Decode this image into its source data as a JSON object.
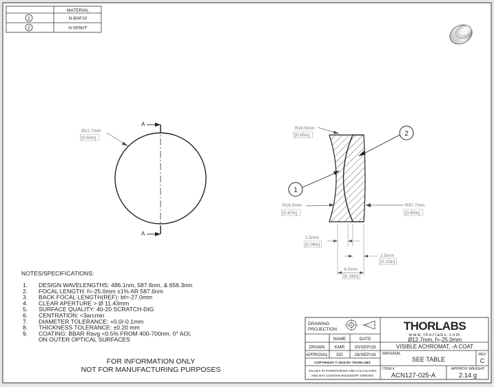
{
  "material_table": {
    "header": "MATERIAL",
    "rows": [
      {
        "item": "1",
        "material": "N-BAF10"
      },
      {
        "item": "2",
        "material": "N-SF6HT"
      }
    ]
  },
  "front_view": {
    "section_label_top": "A",
    "section_label_bottom": "A",
    "diameter_mm": "Ø12.7mm",
    "diameter_in": "[0.50in]"
  },
  "side_view": {
    "r1_mm": "R16.5mm",
    "r1_in": "[0.65in]",
    "r2_mm": "R16.9mm",
    "r2_in": "[0.67in]",
    "r3_mm": "R97.7mm",
    "r3_in": "[3.85in]",
    "t1_mm": "1.5mm",
    "t1_in": "[0.06in]",
    "t2_mm": "2.5mm",
    "t2_in": "[0.10in]",
    "ct_mm": "4.0mm",
    "ct_in": "[0.16in]",
    "balloon_1": "1",
    "balloon_2": "2"
  },
  "notes": {
    "heading": "NOTES/SPECIFICATIONS:",
    "items": [
      {
        "num": "1.",
        "text": "DESIGN WAVELENGTHS: 486.1nm, 587.6nm, & 656.3nm"
      },
      {
        "num": "2.",
        "text": "FOCAL LENGTH: f=-25.0mm ±1% AR 587.6nm"
      },
      {
        "num": "3.",
        "text": "BACK FOCAL LENGTH(REF): bf=-27.0mm"
      },
      {
        "num": "4.",
        "text": "CLEAR APERTURE > Ø 11.43mm"
      },
      {
        "num": "5.",
        "text": "SURFACE QUALITY: 40-20 SCRATCH-DIG"
      },
      {
        "num": "6.",
        "text": "CENTRATION: <3arcmin"
      },
      {
        "num": "7.",
        "text": "DIAMETER TOLERANCE: +0.0/-0.1mm"
      },
      {
        "num": "8.",
        "text": "THICKNESS TOLERANCE: ±0.20 mm"
      },
      {
        "num": "9.",
        "text": "COATING: BBAR Ravg <0.5% FROM 400-700nm, 0° AOI,",
        "cont": "ON OUTER OPTICAL SURFACES"
      }
    ]
  },
  "disclaimer": {
    "line1": "FOR INFORMATION ONLY",
    "line2": "NOT FOR MANUFACTURING PURPOSES"
  },
  "title_block": {
    "drawing_projection": "DRAWING",
    "drawing_projection_2": "PROJECTION",
    "logo": "THORLABS",
    "website": "www.thorlabs.com",
    "name_header": "NAME",
    "date_header": "DATE",
    "drawn_label": "DRAWN",
    "drawn_name": "KMR",
    "drawn_date": "20/SEP/16",
    "approval_label": "APPROVAL",
    "approval_name": "DD",
    "approval_date": "26/SEP/16",
    "copyright": "COPYRIGHT © 2016 BY THORLABS",
    "values_note_1": "VALUES IN PARENTHESIS ARE CALCULATED",
    "values_note_2": "AND MAY CONTAIN ROUNDOFF ERRORS",
    "title_line1": "Ø12.7mm, f=-25.0mm",
    "title_line2": "VISIBLE ACHROMAT, -A COAT",
    "material_label": "MATERIAL",
    "material_value": "SEE TABLE",
    "rev_label": "REV",
    "rev_value": "C",
    "item_label": "ITEM #",
    "item_value": "ACN127-025-A",
    "weight_label": "APPROX WEIGHT",
    "weight_value": "2.14 g"
  }
}
